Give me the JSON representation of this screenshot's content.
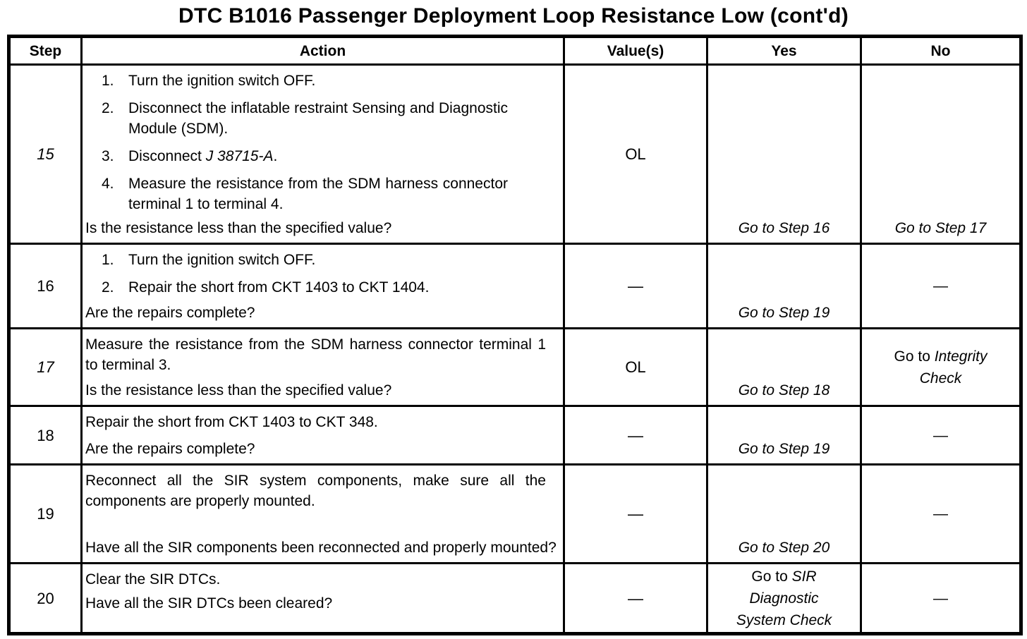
{
  "title": "DTC B1016 Passenger Deployment Loop Resistance Low (cont'd)",
  "table": {
    "headers": {
      "step": "Step",
      "action": "Action",
      "values": "Value(s)",
      "yes": "Yes",
      "no": "No"
    },
    "rows": [
      {
        "step": "15",
        "step_style": "italic",
        "action": {
          "items": [
            [
              {
                "t": "Turn the ignition switch OFF.",
                "s": "plain"
              }
            ],
            [
              {
                "t": "Disconnect the inflatable restraint Sensing and Diagnostic Module (SDM).",
                "s": "plain"
              }
            ],
            [
              {
                "t": "Disconnect ",
                "s": "plain"
              },
              {
                "t": "J 38715-A",
                "s": "italic"
              },
              {
                "t": ".",
                "s": "plain"
              }
            ],
            [
              {
                "t": "Measure the resistance from the SDM harness connector terminal 1 to terminal 4.",
                "s": "plain"
              }
            ]
          ],
          "question": "Is the resistance less than the specified value?"
        },
        "value": "OL",
        "yes": {
          "segments": [
            {
              "t": "Go to Step 16",
              "s": "italic"
            }
          ],
          "align": "bottom"
        },
        "no": {
          "segments": [
            {
              "t": "Go to Step 17",
              "s": "italic"
            }
          ],
          "align": "bottom"
        }
      },
      {
        "step": "16",
        "step_style": "plain",
        "action": {
          "items": [
            [
              {
                "t": "Turn the ignition switch OFF.",
                "s": "plain"
              }
            ],
            [
              {
                "t": "Repair the short from CKT 1403 to CKT 1404.",
                "s": "plain"
              }
            ]
          ],
          "question": "Are the repairs complete?"
        },
        "value": "—",
        "yes": {
          "segments": [
            {
              "t": "Go to Step 19",
              "s": "italic"
            }
          ],
          "align": "bottom"
        },
        "no": {
          "segments": [
            {
              "t": "—",
              "s": "plain"
            }
          ],
          "align": "middle"
        }
      },
      {
        "step": "17",
        "step_style": "italic",
        "action": {
          "paragraphs": [
            "Measure the resistance from the SDM harness connector terminal 1 to terminal 3."
          ],
          "question": "Is the resistance less than the specified value?"
        },
        "value": "OL",
        "yes": {
          "segments": [
            {
              "t": "Go to Step 18",
              "s": "italic"
            }
          ],
          "align": "bottom"
        },
        "no": {
          "segments": [
            {
              "t": "Go to ",
              "s": "plain"
            },
            {
              "t": "Integrity",
              "s": "italic"
            },
            {
              "br": true
            },
            {
              "t": "Check",
              "s": "italic"
            }
          ],
          "align": "middle"
        }
      },
      {
        "step": "18",
        "step_style": "plain",
        "action": {
          "paragraphs": [
            "Repair the short from CKT 1403 to CKT 348."
          ],
          "question": "Are the repairs complete?"
        },
        "value": "—",
        "yes": {
          "segments": [
            {
              "t": "Go to Step 19",
              "s": "italic"
            }
          ],
          "align": "bottom"
        },
        "no": {
          "segments": [
            {
              "t": "—",
              "s": "plain"
            }
          ],
          "align": "middle"
        }
      },
      {
        "step": "19",
        "step_style": "plain",
        "action": {
          "paragraphs": [
            "Reconnect all the SIR system components, make sure all the components are properly mounted."
          ],
          "question": "Have all the SIR components been reconnected and properly mounted?"
        },
        "value": "—",
        "yes": {
          "segments": [
            {
              "t": "Go to Step 20",
              "s": "italic"
            }
          ],
          "align": "bottom"
        },
        "no": {
          "segments": [
            {
              "t": "—",
              "s": "plain"
            }
          ],
          "align": "middle"
        }
      },
      {
        "step": "20",
        "step_style": "plain",
        "action": {
          "paragraphs": [
            "Clear the SIR DTCs."
          ],
          "question": "Have all the SIR DTCs been cleared?"
        },
        "value": "—",
        "yes": {
          "segments": [
            {
              "t": "Go to ",
              "s": "plain"
            },
            {
              "t": "SIR",
              "s": "italic"
            },
            {
              "br": true
            },
            {
              "t": "Diagnostic",
              "s": "italic"
            },
            {
              "br": true
            },
            {
              "t": "System Check",
              "s": "italic"
            }
          ],
          "align": "middle"
        },
        "no": {
          "segments": [
            {
              "t": "—",
              "s": "plain"
            }
          ],
          "align": "middle"
        }
      }
    ]
  }
}
